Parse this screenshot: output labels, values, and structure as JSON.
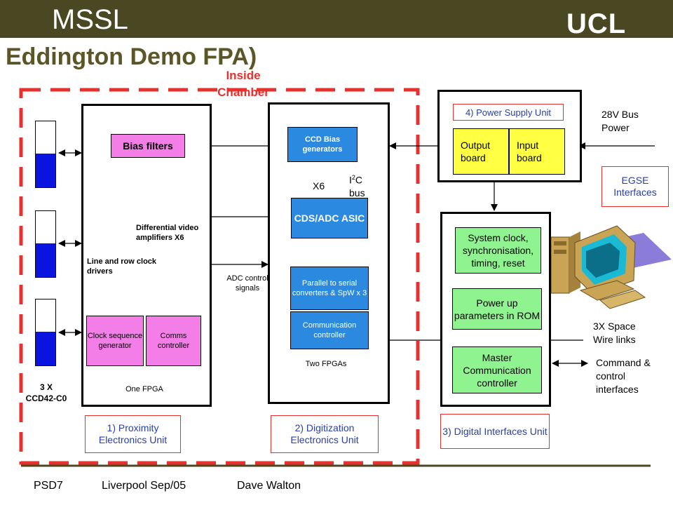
{
  "header": {
    "org": "MSSL",
    "logo": "UCL",
    "title": "Eddington Demo FPA)",
    "inside_chamber": "Inside Chamber"
  },
  "colors": {
    "banner": "#4a4822",
    "dashed_border": "#e6312e",
    "ccd_fill": "#0a13e0",
    "asic": "#2b8ae0",
    "proximity": "#f37ee8",
    "digital": "#8ff38f",
    "power": "#ffff44"
  },
  "ccd": {
    "label_line1": "3 X",
    "label_line2": "CCD42-C0"
  },
  "proximity": {
    "bias_filters": "Bias filters",
    "diff_amp": "Differential video amplifiers X6",
    "line_row": "Line and row clock drivers",
    "clock_seq": "Clock sequence generator",
    "comms": "Comms controller",
    "one_fpga": "One FPGA",
    "unit": "1) Proximity Electronics Unit"
  },
  "adc_signals": "ADC control signals",
  "digitization": {
    "ccd_bias": "CCD Bias generators",
    "x6": "X6",
    "i2c_line1": "I",
    "i2c_sup": "2",
    "i2c_line1b": "C",
    "i2c_line2": "bus",
    "cds": "CDS/ADC ASIC",
    "p2s": "Parallel to serial converters & SpW x 3",
    "comm_ctrl": "Communication controller",
    "two_fpgas": "Two FPGAs",
    "unit": "2) Digitization Electronics Unit"
  },
  "power": {
    "title": "4) Power Supply Unit",
    "output": "Output board",
    "input": "Input board",
    "bus": "28V Bus Power",
    "egse": "EGSE Interfaces"
  },
  "digital": {
    "sysclk": "System clock, synchronisation, timing, reset",
    "powerup": "Power up parameters in ROM",
    "master": "Master Communication controller",
    "spacewire": "3X Space Wire links",
    "command": "Command & control interfaces",
    "unit": "3) Digital Interfaces Unit"
  },
  "footer": {
    "event": "PSD7",
    "place": "Liverpool Sep/05",
    "author": "Dave Walton"
  }
}
